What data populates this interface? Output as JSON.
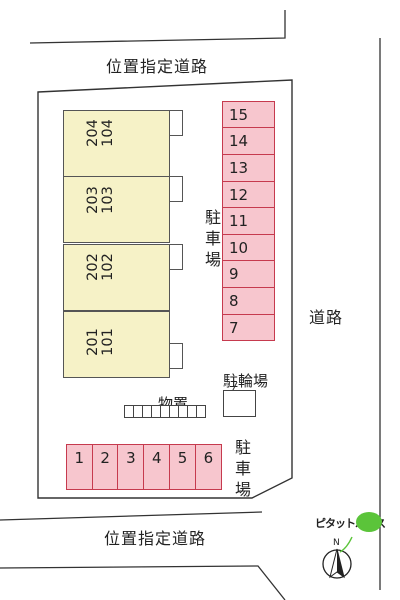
{
  "roads": {
    "top_label": "位置指定道路",
    "bottom_label": "位置指定道路",
    "right_label": "道路"
  },
  "units": [
    {
      "upper": "204",
      "lower": "104"
    },
    {
      "upper": "203",
      "lower": "103"
    },
    {
      "upper": "202",
      "lower": "102"
    },
    {
      "upper": "201",
      "lower": "101"
    }
  ],
  "parking_right": {
    "label_chars": [
      "駐",
      "車",
      "場"
    ],
    "slots": [
      "15",
      "14",
      "13",
      "12",
      "11",
      "10",
      "9",
      "8",
      "7"
    ]
  },
  "parking_bottom": {
    "label_chars": [
      "駐",
      "車",
      "場"
    ],
    "slots": [
      "1",
      "2",
      "3",
      "4",
      "5",
      "6"
    ]
  },
  "storage_label": "物置",
  "bike_parking_label": "駐輪場",
  "compass_letter": "N",
  "brand_text": "ピタットハウス",
  "colors": {
    "building_fill": "#f6f2c7",
    "parking_fill": "#f7c6ce",
    "parking_border": "#c63a4e",
    "brand_green": "#5bc43a"
  }
}
